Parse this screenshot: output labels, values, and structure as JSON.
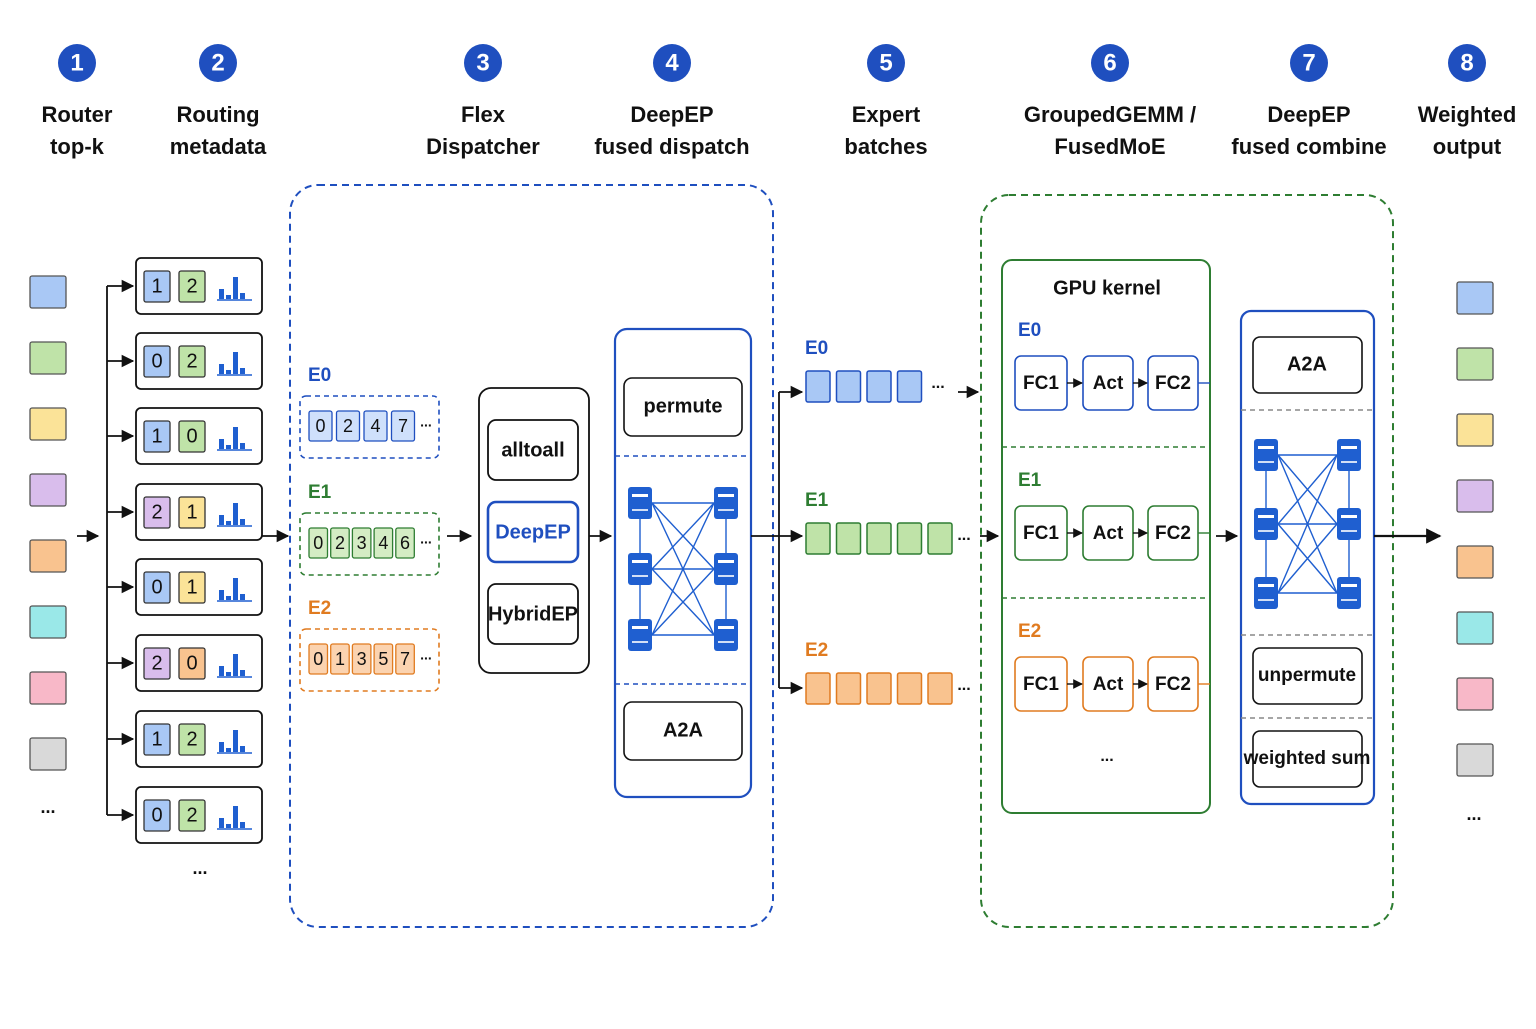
{
  "steps": [
    {
      "num": "1",
      "line1": "Router",
      "line2": "top-k"
    },
    {
      "num": "2",
      "line1": "Routing",
      "line2": "metadata"
    },
    {
      "num": "3",
      "line1": "Flex",
      "line2": "Dispatcher"
    },
    {
      "num": "4",
      "line1": "DeepEP",
      "line2": "fused dispatch"
    },
    {
      "num": "5",
      "line1": "Expert",
      "line2": "batches"
    },
    {
      "num": "6",
      "line1": "GroupedGEMM /",
      "line2": "FusedMoE"
    },
    {
      "num": "7",
      "line1": "DeepEP",
      "line2": "fused combine"
    },
    {
      "num": "8",
      "line1": "Weighted",
      "line2": "output"
    }
  ],
  "colors": {
    "badge": "#1f4fbf",
    "token_fills": [
      "#a9c8f5",
      "#bfe3a8",
      "#fbe398",
      "#d9bdec",
      "#f9c38f",
      "#9ae8e8",
      "#f8b8c8",
      "#d9d9d9"
    ],
    "e0": "#1f4fbf",
    "e1": "#2e7d32",
    "e2": "#e07b20",
    "idx_fills": {
      "0": "#a9c8f5",
      "1": "#a9c8f5",
      "2": "#bfe3a8"
    }
  },
  "input_tokens": {
    "count": 8,
    "more": "..."
  },
  "routing_rows": [
    [
      "1",
      "2"
    ],
    [
      "0",
      "2"
    ],
    [
      "1",
      "0"
    ],
    [
      "2",
      "1"
    ],
    [
      "0",
      "1"
    ],
    [
      "2",
      "0"
    ],
    [
      "1",
      "2"
    ],
    [
      "0",
      "2"
    ]
  ],
  "routing_more": "...",
  "experts": [
    {
      "label": "E0",
      "ids": [
        "0",
        "2",
        "4",
        "7"
      ],
      "more": "..."
    },
    {
      "label": "E1",
      "ids": [
        "0",
        "2",
        "3",
        "4",
        "6"
      ],
      "more": "..."
    },
    {
      "label": "E2",
      "ids": [
        "0",
        "1",
        "3",
        "5",
        "7"
      ],
      "more": "..."
    }
  ],
  "dispatcher": {
    "options": [
      "alltoall",
      "DeepEP",
      "HybridEP"
    ],
    "selected": "DeepEP"
  },
  "fused_dispatch": {
    "top": "permute",
    "bottom": "A2A"
  },
  "expert_batches": [
    {
      "label": "E0",
      "more": "..."
    },
    {
      "label": "E1",
      "more": "..."
    },
    {
      "label": "E2",
      "more": "..."
    }
  ],
  "gpu_kernel": {
    "title": "GPU kernel",
    "rows": [
      {
        "label": "E0",
        "fc1": "FC1",
        "act": "Act",
        "fc2": "FC2"
      },
      {
        "label": "E1",
        "fc1": "FC1",
        "act": "Act",
        "fc2": "FC2"
      },
      {
        "label": "E2",
        "fc1": "FC1",
        "act": "Act",
        "fc2": "FC2"
      }
    ],
    "more": "..."
  },
  "fused_combine": {
    "top": "A2A",
    "mid": "unpermute",
    "bottom": "weighted sum"
  },
  "output_tokens": {
    "count": 8,
    "more": "..."
  }
}
